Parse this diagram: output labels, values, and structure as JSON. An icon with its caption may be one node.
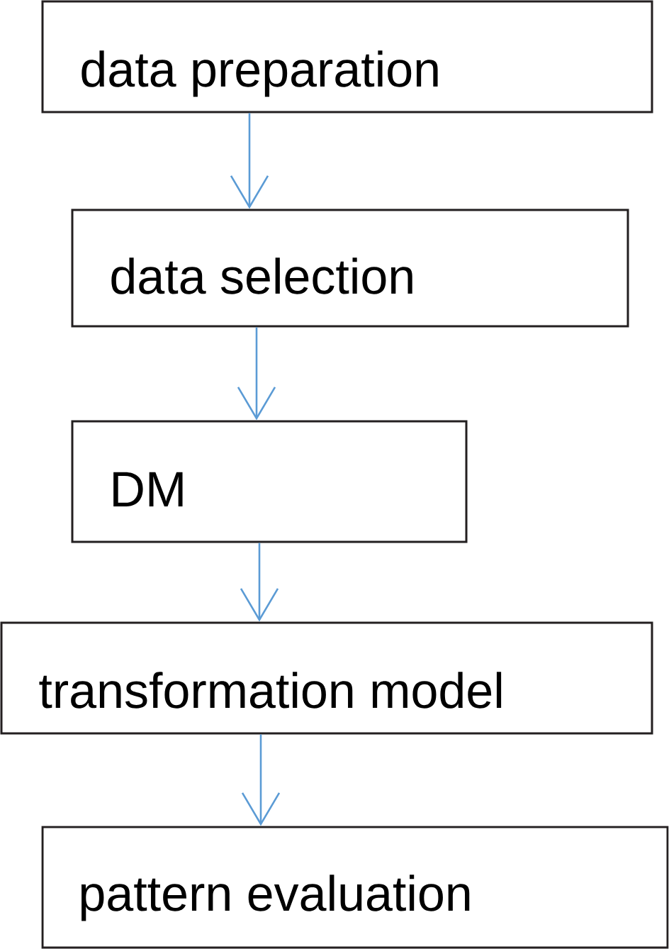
{
  "diagram": {
    "nodes": [
      {
        "text": [
          "data preparation"
        ]
      },
      {
        "text": [
          "data selection"
        ]
      },
      {
        "text": [
          "DM"
        ]
      },
      {
        "text": [
          "transformation model"
        ]
      },
      {
        "text": [
          "pattern evaluation"
        ]
      }
    ],
    "edges": [
      {
        "from": 0,
        "to": 1,
        "arrow": "to"
      },
      {
        "from": 1,
        "to": 2,
        "arrow": "to"
      },
      {
        "from": 2,
        "to": 3,
        "arrow": "to"
      },
      {
        "from": 3,
        "to": 4,
        "arrow": "to"
      }
    ]
  }
}
